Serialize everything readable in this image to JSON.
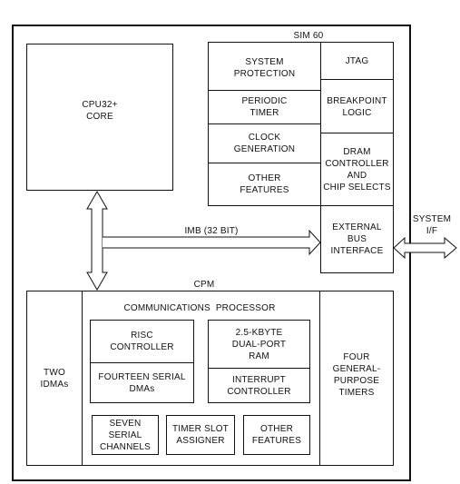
{
  "sim": {
    "title": "SIM 60",
    "system_protection": "SYSTEM\nPROTECTION",
    "jtag": "JTAG",
    "periodic_timer": "PERIODIC\nTIMER",
    "breakpoint_logic": "BREAKPOINT\nLOGIC",
    "clock_generation": "CLOCK\nGENERATION",
    "dram_controller": "DRAM\nCONTROLLER\nAND\nCHIP SELECTS",
    "other_features": "OTHER\nFEATURES"
  },
  "cpu": {
    "label": "CPU32+\nCORE"
  },
  "imb": {
    "label": "IMB (32 BIT)"
  },
  "ebi": {
    "label": "EXTERNAL\nBUS\nINTERFACE"
  },
  "system_if": {
    "label": "SYSTEM\nI/F"
  },
  "cpm": {
    "title": "CPM",
    "two_idmas": "TWO\nIDMAs",
    "communications_processor": "COMMUNICATIONS  PROCESSOR",
    "risc_controller": "RISC\nCONTROLLER",
    "fourteen_serial_dmas": "FOURTEEN SERIAL\nDMAs",
    "dual_port_ram": "2.5-KBYTE\nDUAL-PORT\nRAM",
    "interrupt_controller": "INTERRUPT\nCONTROLLER",
    "seven_serial_channels": "SEVEN\nSERIAL\nCHANNELS",
    "timer_slot_assigner": "TIMER SLOT\nASSIGNER",
    "other_features": "OTHER\nFEATURES",
    "four_timers": "FOUR\nGENERAL-\nPURPOSE\nTIMERS"
  }
}
